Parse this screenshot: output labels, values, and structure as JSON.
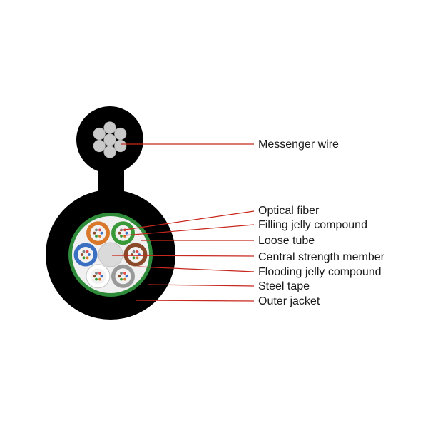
{
  "colors": {
    "jacket": "#000000",
    "steel_tape": "#2e8b3a",
    "tube_bg": "#f2f2f2",
    "leader_line": "#c8281e",
    "label": "#1a1a1a",
    "strand": "#c9c9c9"
  },
  "tubes": [
    {
      "name": "orange-tube",
      "color": "#d9782a"
    },
    {
      "name": "green-tube",
      "color": "#3a9a3a"
    },
    {
      "name": "brown-tube",
      "color": "#8a4a2a"
    },
    {
      "name": "grey-tube",
      "color": "#9a9a9a"
    },
    {
      "name": "white-tube",
      "color": "#ffffff"
    },
    {
      "name": "blue-tube",
      "color": "#3a6fc2"
    }
  ],
  "labels": {
    "messenger_wire": "Messenger wire",
    "optical_fiber": "Optical fiber",
    "filling_jelly": "Filling jelly compound",
    "loose_tube": "Loose tube",
    "central_member": "Central strength member",
    "flooding_jelly": "Flooding jelly compound",
    "steel_tape": "Steel tape",
    "outer_jacket": "Outer jacket"
  }
}
